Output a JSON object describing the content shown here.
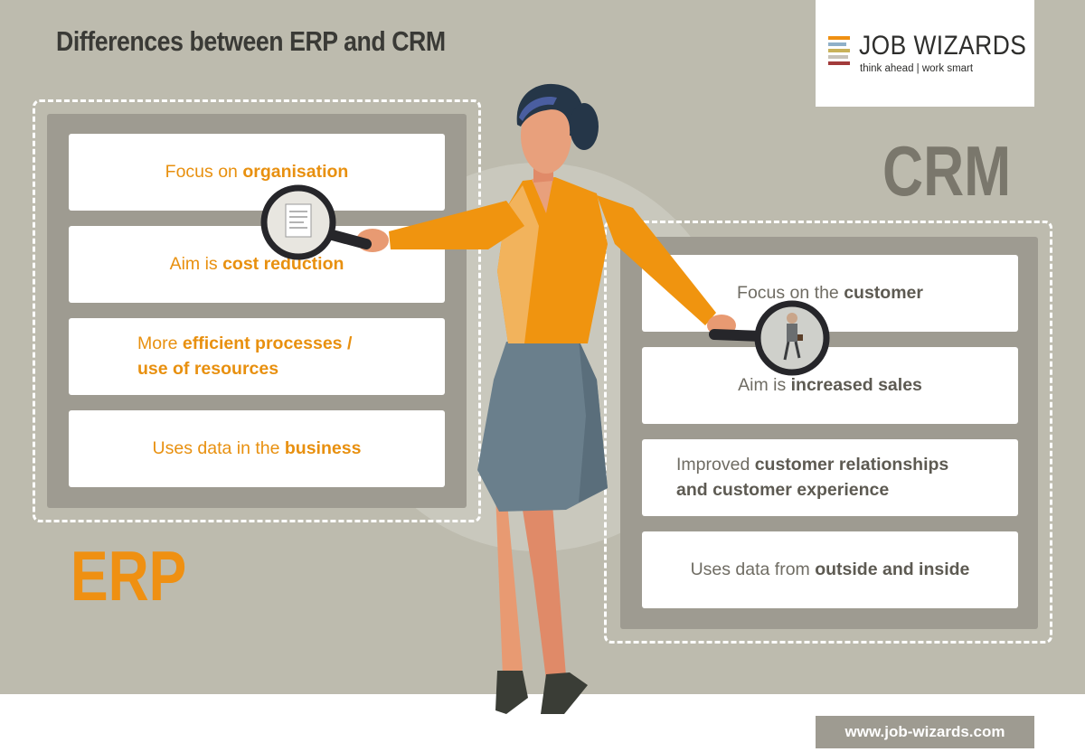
{
  "title": "Differences between ERP and CRM",
  "logo": {
    "name": "JOB WIZARDS",
    "tagline": "think ahead | work smart",
    "bar_colors": [
      "#ef9012",
      "#8fb0c8",
      "#c9b25a",
      "#c8c3b8",
      "#a23b3b"
    ]
  },
  "erp": {
    "label": "ERP",
    "color": "#ef9012",
    "cards": [
      {
        "pre": "Focus on ",
        "bold": "organisation"
      },
      {
        "pre": "Aim is ",
        "bold": "cost reduction"
      },
      {
        "pre": "More ",
        "bold": "efficient processes /",
        "line2": "use of resources"
      },
      {
        "pre": "Uses data in the ",
        "bold": "business"
      }
    ]
  },
  "crm": {
    "label": "CRM",
    "color": "#7a776c",
    "cards": [
      {
        "pre": "Focus on the ",
        "bold": "customer"
      },
      {
        "pre": "Aim is ",
        "bold": "increased sales"
      },
      {
        "pre": "Improved ",
        "bold": "customer relationships",
        "line2": "and customer experience"
      },
      {
        "pre": "Uses data from ",
        "bold": "outside and inside"
      }
    ]
  },
  "footer": {
    "url": "www.job-wizards.com"
  }
}
